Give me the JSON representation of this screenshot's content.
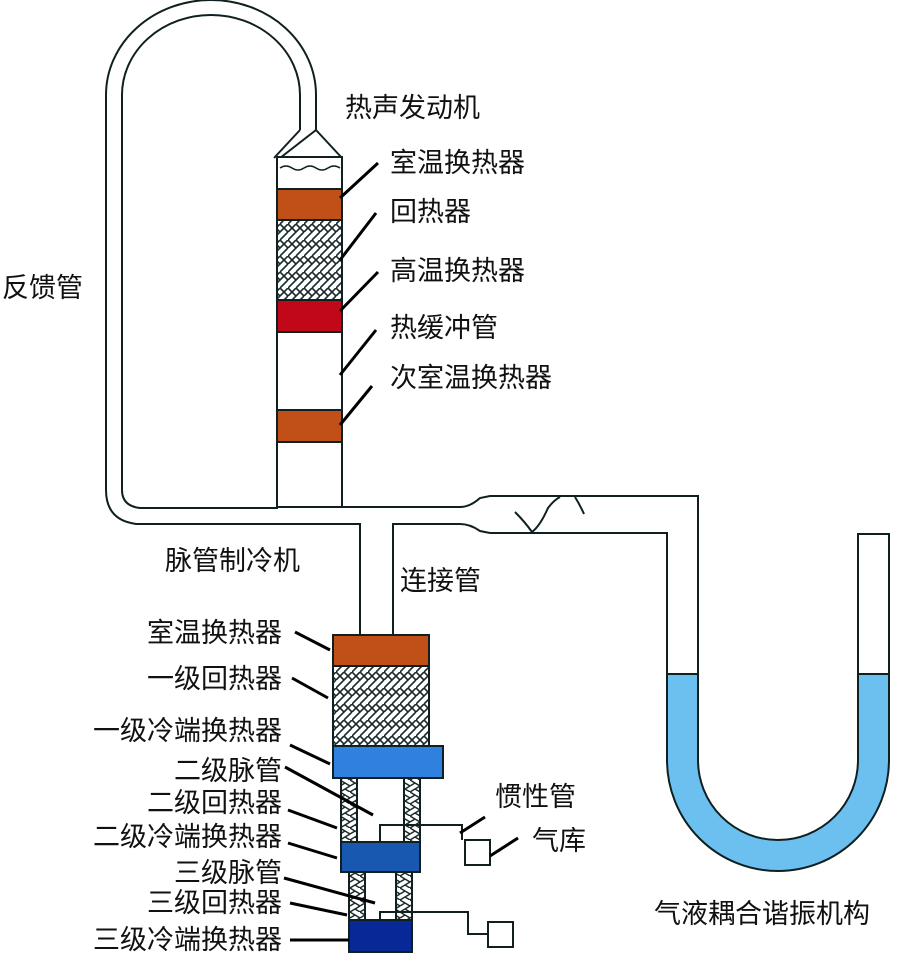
{
  "title": "热声发动机驱动三级脉管制冷机系统示意图",
  "colors": {
    "room_temp_hx": "#c05018",
    "hot_hx": "#c00818",
    "stage1_cold_hx": "#3080e0",
    "stage2_cold_hx": "#1858b0",
    "stage3_cold_hx": "#082898",
    "liquid": "#6cc0f0",
    "line": "#102020"
  },
  "labels": {
    "feedback_tube": "反馈管",
    "engine_title": "热声发动机",
    "engine_room_hx": "室温换热器",
    "engine_regenerator": "回热器",
    "engine_hot_hx": "高温换热器",
    "thermal_buffer": "热缓冲管",
    "secondary_room_hx": "次室温换热器",
    "cooler_title": "脉管制冷机",
    "connecting_tube": "连接管",
    "cooler_room_hx": "室温换热器",
    "stage1_regenerator": "一级回热器",
    "stage1_cold_hx": "一级冷端换热器",
    "stage2_pulse_tube": "二级脉管",
    "stage2_regenerator": "二级回热器",
    "stage2_cold_hx": "二级冷端换热器",
    "stage3_pulse_tube": "三级脉管",
    "stage3_regenerator": "三级回热器",
    "stage3_cold_hx": "三级冷端换热器",
    "inertance_tube": "惯性管",
    "reservoir": "气库",
    "resonator": "气液耦合谐振机构"
  }
}
